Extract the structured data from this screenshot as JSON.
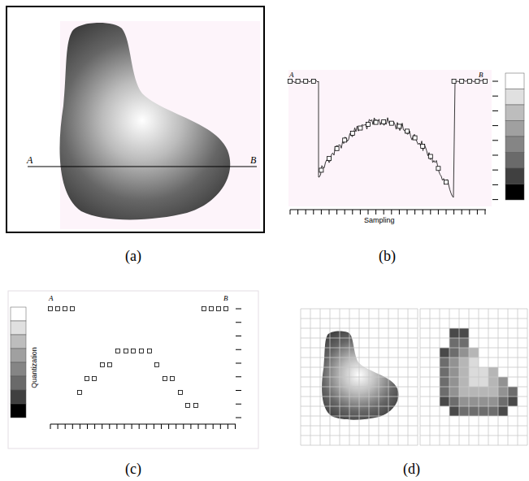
{
  "diagram": {
    "labels": [
      "A",
      "B",
      "A",
      "B",
      "Sampling",
      "A",
      "B",
      "Quantization",
      "(a)",
      "(b)",
      "(c)",
      "(d)"
    ]
  }
}
